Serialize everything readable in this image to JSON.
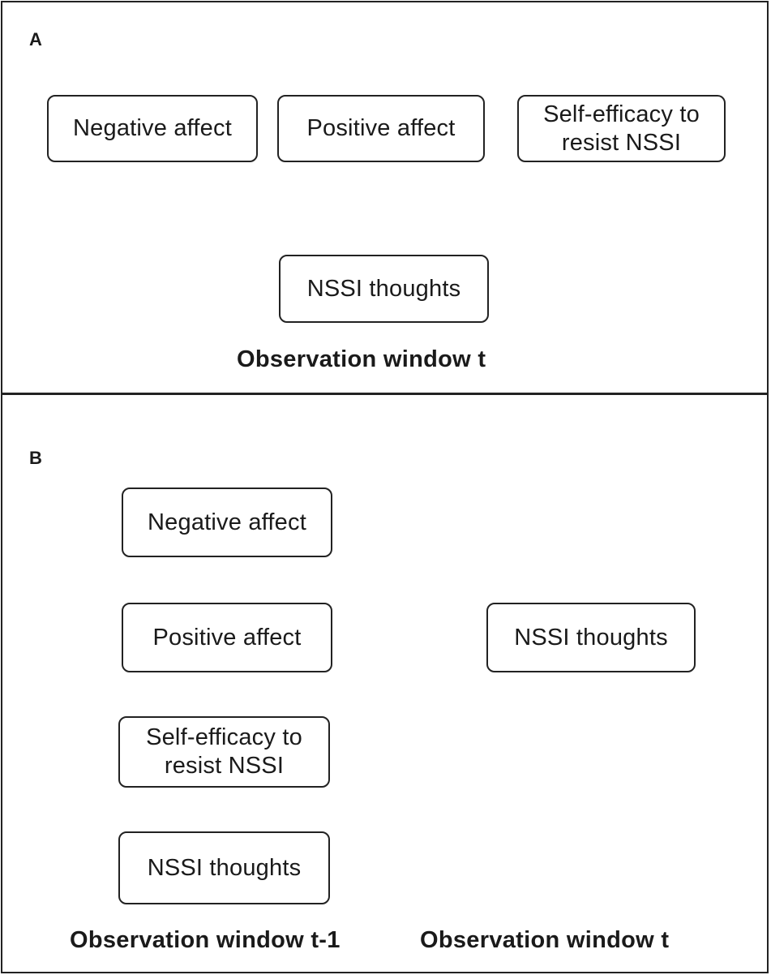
{
  "panel_a": {
    "letter": "A",
    "nodes": {
      "negative_affect": "Negative affect",
      "positive_affect": "Positive affect",
      "self_efficacy": "Self-efficacy to\nresist NSSI",
      "nssi_thoughts": "NSSI thoughts"
    },
    "caption": "Observation window t"
  },
  "panel_b": {
    "letter": "B",
    "nodes": {
      "negative_affect": "Negative affect",
      "positive_affect": "Positive affect",
      "self_efficacy": "Self-efficacy to\nresist NSSI",
      "nssi_thoughts_prev": "NSSI thoughts",
      "nssi_thoughts_t": "NSSI thoughts"
    },
    "caption_left": "Observation window t-1",
    "caption_right": "Observation window t"
  }
}
